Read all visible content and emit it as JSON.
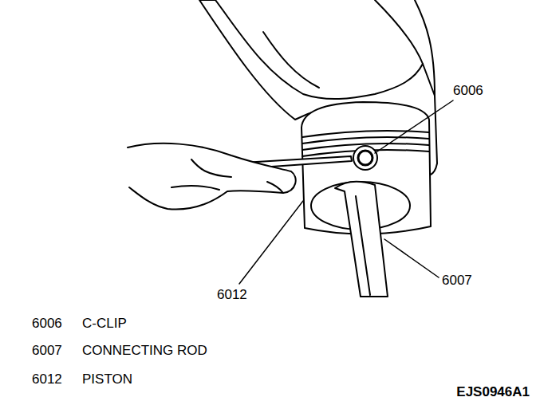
{
  "diagram": {
    "labels": [
      "6006",
      "6012",
      "6007",
      "6006",
      "C-CLIP",
      "6007",
      "CONNECTING ROD",
      "6012",
      "PISTON",
      "EJS0946A1"
    ]
  }
}
